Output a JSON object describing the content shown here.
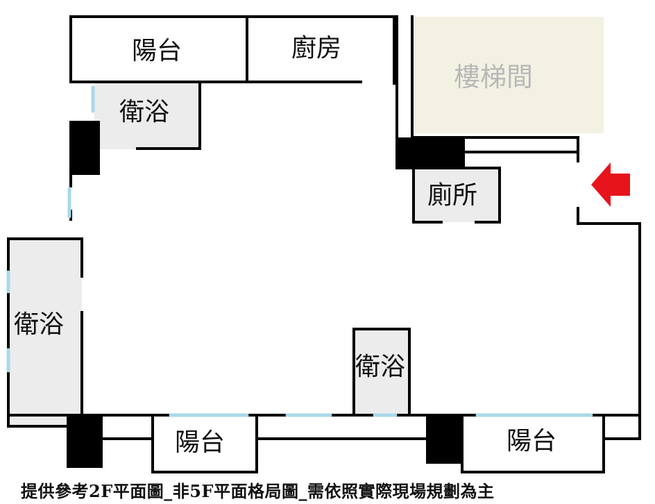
{
  "rooms": {
    "balcony_top": "陽台",
    "kitchen": "廚房",
    "stairwell": "樓梯間",
    "bath_top": "衛浴",
    "toilet": "廁所",
    "bath_left": "衛浴",
    "bath_center": "衛浴",
    "balcony_bottom_left": "陽台",
    "balcony_bottom_right": "陽台"
  },
  "caption": "提供參考2F平面圖_非5F平面格局圖_需依照實際現場規劃為主",
  "colors": {
    "wall": "#000000",
    "room_fill": "#ececec",
    "stair_fill": "#f3f1e2",
    "stair_text": "#b8b8b8",
    "window": "#a9d8ea",
    "entry_arrow": "#e8141c"
  },
  "icons": {
    "entry": "red-entry-arrow-icon"
  }
}
